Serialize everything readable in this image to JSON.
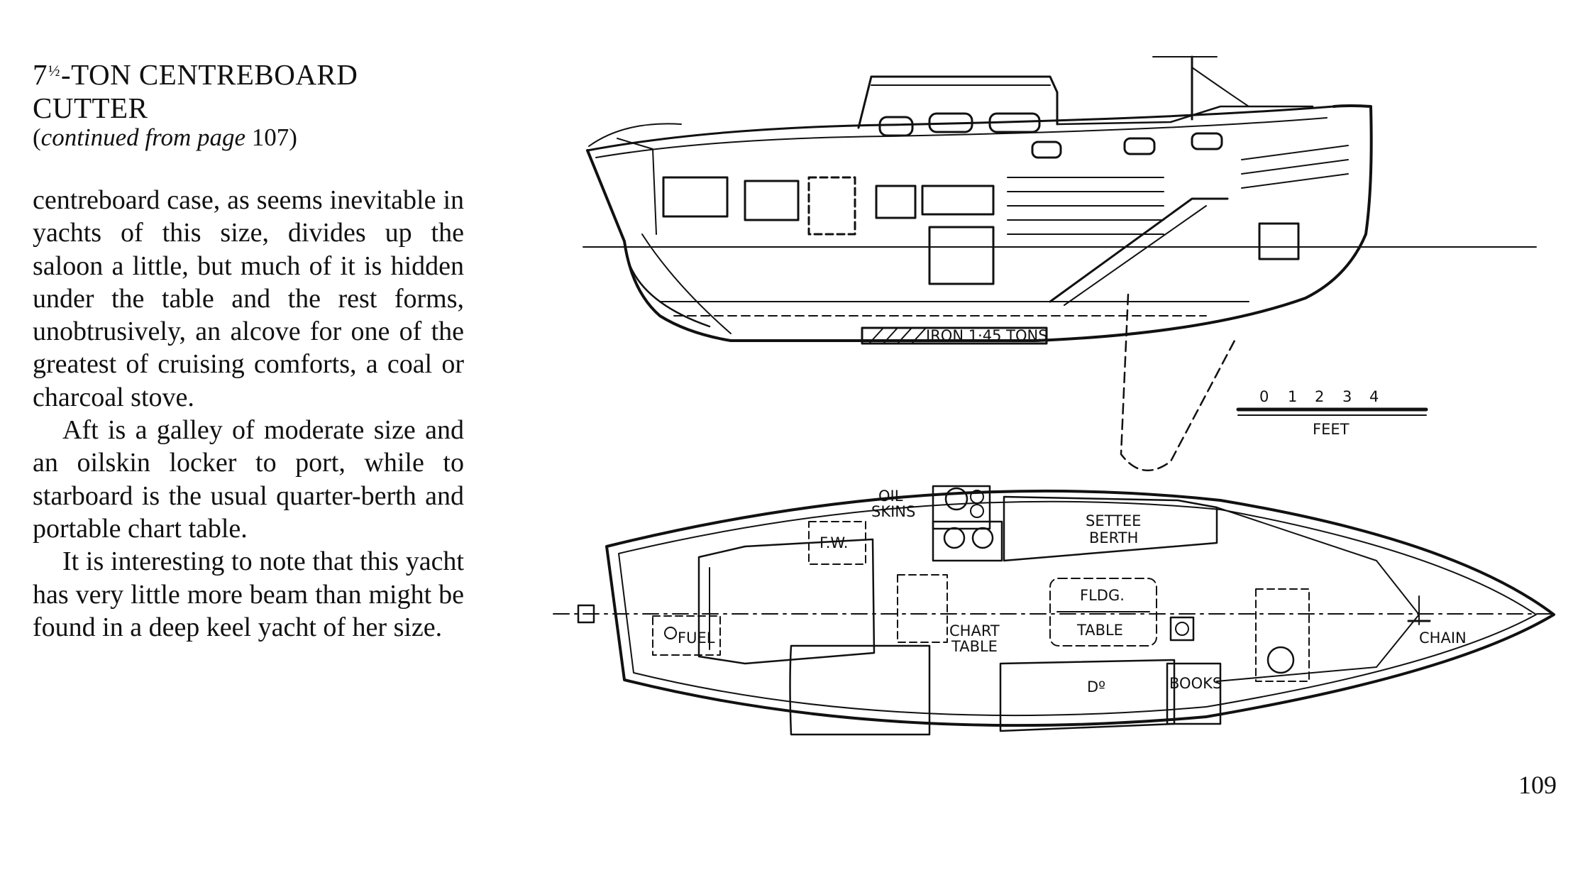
{
  "heading": {
    "number": "7",
    "fraction": "½",
    "rest_line1": "-TON CENTREBOARD",
    "line2": "CUTTER"
  },
  "subtitle": {
    "open": "(",
    "italic": "continued from page",
    "page": " 107",
    "close": ")"
  },
  "paragraphs": [
    "centreboard case, as seems inevitable in yachts of this size, divides up the saloon a little, but much of it is hidden under the table and the rest forms, unobtrusively, an alcove for one of the greatest of cruising comforts, a coal or charcoal stove.",
    "Aft is a galley of moderate size and an oilskin locker to port, while to starboard is the usual quarter-berth and portable chart table.",
    "It is interesting to note that this yacht has very little more beam than might be found in a deep keel yacht of her size."
  ],
  "page_number": "109",
  "profile_labels": {
    "ballast": "IRON 1·45 TONS"
  },
  "scale": {
    "ticks": [
      "0",
      "1",
      "2",
      "3",
      "4"
    ],
    "unit": "FEET"
  },
  "plan_labels": {
    "oil_line1": "OIL",
    "oil_line2": "SKINS",
    "fresh_water": "F.W.",
    "settee_line1": "SETTEE",
    "settee_line2": "BERTH",
    "fldg": "FLDG.",
    "table": "TABLE",
    "chart_line1": "CHART",
    "chart_line2": "TABLE",
    "fuel": "FUEL",
    "ditto": "Dº",
    "books": "BOOKS",
    "chain": "CHAIN"
  }
}
